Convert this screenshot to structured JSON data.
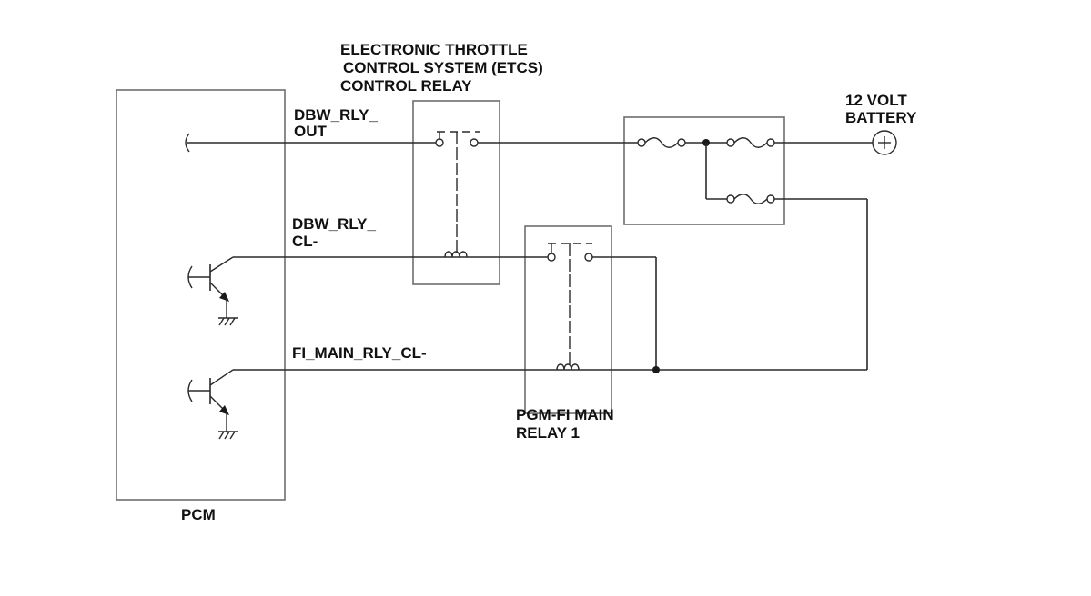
{
  "labels": {
    "etcs_line1": "ELECTRONIC THROTTLE",
    "etcs_line2": "CONTROL SYSTEM (ETCS)",
    "etcs_line3": "CONTROL RELAY",
    "battery_line1": "12 VOLT",
    "battery_line2": "BATTERY",
    "dbw_out_line1": "DBW_RLY_",
    "dbw_out_line2": "OUT",
    "dbw_cl_line1": "DBW_RLY_",
    "dbw_cl_line2": "CL-",
    "fi_main": "FI_MAIN_RLY_CL-",
    "pgm_line1": "PGM-FI MAIN",
    "pgm_line2": "RELAY 1",
    "pcm": "PCM"
  },
  "colors": {
    "wire": "#2a2a2a",
    "box": "#6e6e6e",
    "text": "#111111"
  }
}
